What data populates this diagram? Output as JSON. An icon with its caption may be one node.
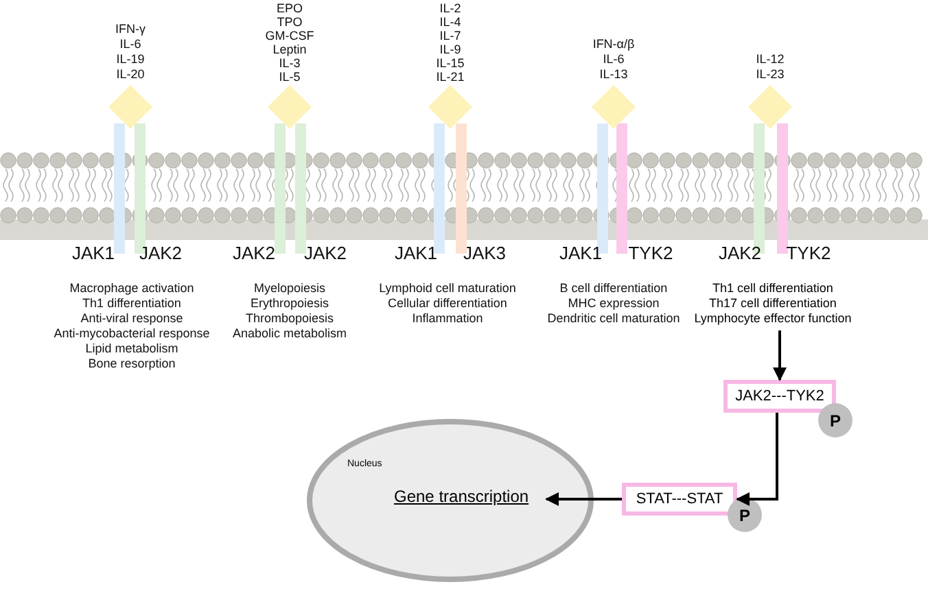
{
  "diagram": {
    "nodes": [
      {
        "text": [
          "Th1 cell differentiation",
          "Th17 cell differentiation",
          "Lymphocyte effector function"
        ]
      },
      {
        "text": [
          "JAK2---TYK2"
        ]
      },
      {
        "text": [
          "P"
        ]
      },
      {
        "text": [
          "STAT---STAT"
        ]
      },
      {
        "text": [
          "P"
        ]
      },
      {
        "text": [
          "Nucleus"
        ]
      },
      {
        "text": [
          "Gene transcription"
        ],
        "in": 5
      }
    ],
    "edges": [
      {
        "from": 0,
        "to": 1,
        "arrow": "to"
      },
      {
        "from": 1,
        "to": 3,
        "arrow": "to"
      },
      {
        "from": 3,
        "to": 6,
        "arrow": "to"
      }
    ],
    "labels": [
      "IFN-γ",
      "IL-6",
      "IL-19",
      "IL-20",
      "EPO",
      "TPO",
      "GM-CSF",
      "Leptin",
      "IL-3",
      "IL-5",
      "IL-2",
      "IL-4",
      "IL-7",
      "IL-9",
      "IL-15",
      "IL-21",
      "IFN-α/β",
      "IL-6",
      "IL-13",
      "IL-12",
      "IL-23",
      "JAK1",
      "JAK2",
      "JAK2",
      "JAK2",
      "JAK1",
      "JAK3",
      "JAK1",
      "TYK2",
      "JAK2",
      "TYK2",
      "Macrophage activation",
      "Th1 differentiation",
      "Anti-viral response",
      "Anti-mycobacterial response",
      "Lipid metabolism",
      "Bone resorption",
      "Myelopoiesis",
      "Erythropoiesis",
      "Thrombopoiesis",
      "Anabolic metabolism",
      "Lymphoid cell maturation",
      "Cellular differentiation",
      "Inflammation",
      "B cell differentiation",
      "MHC expression",
      "Dendritic cell maturation"
    ]
  }
}
